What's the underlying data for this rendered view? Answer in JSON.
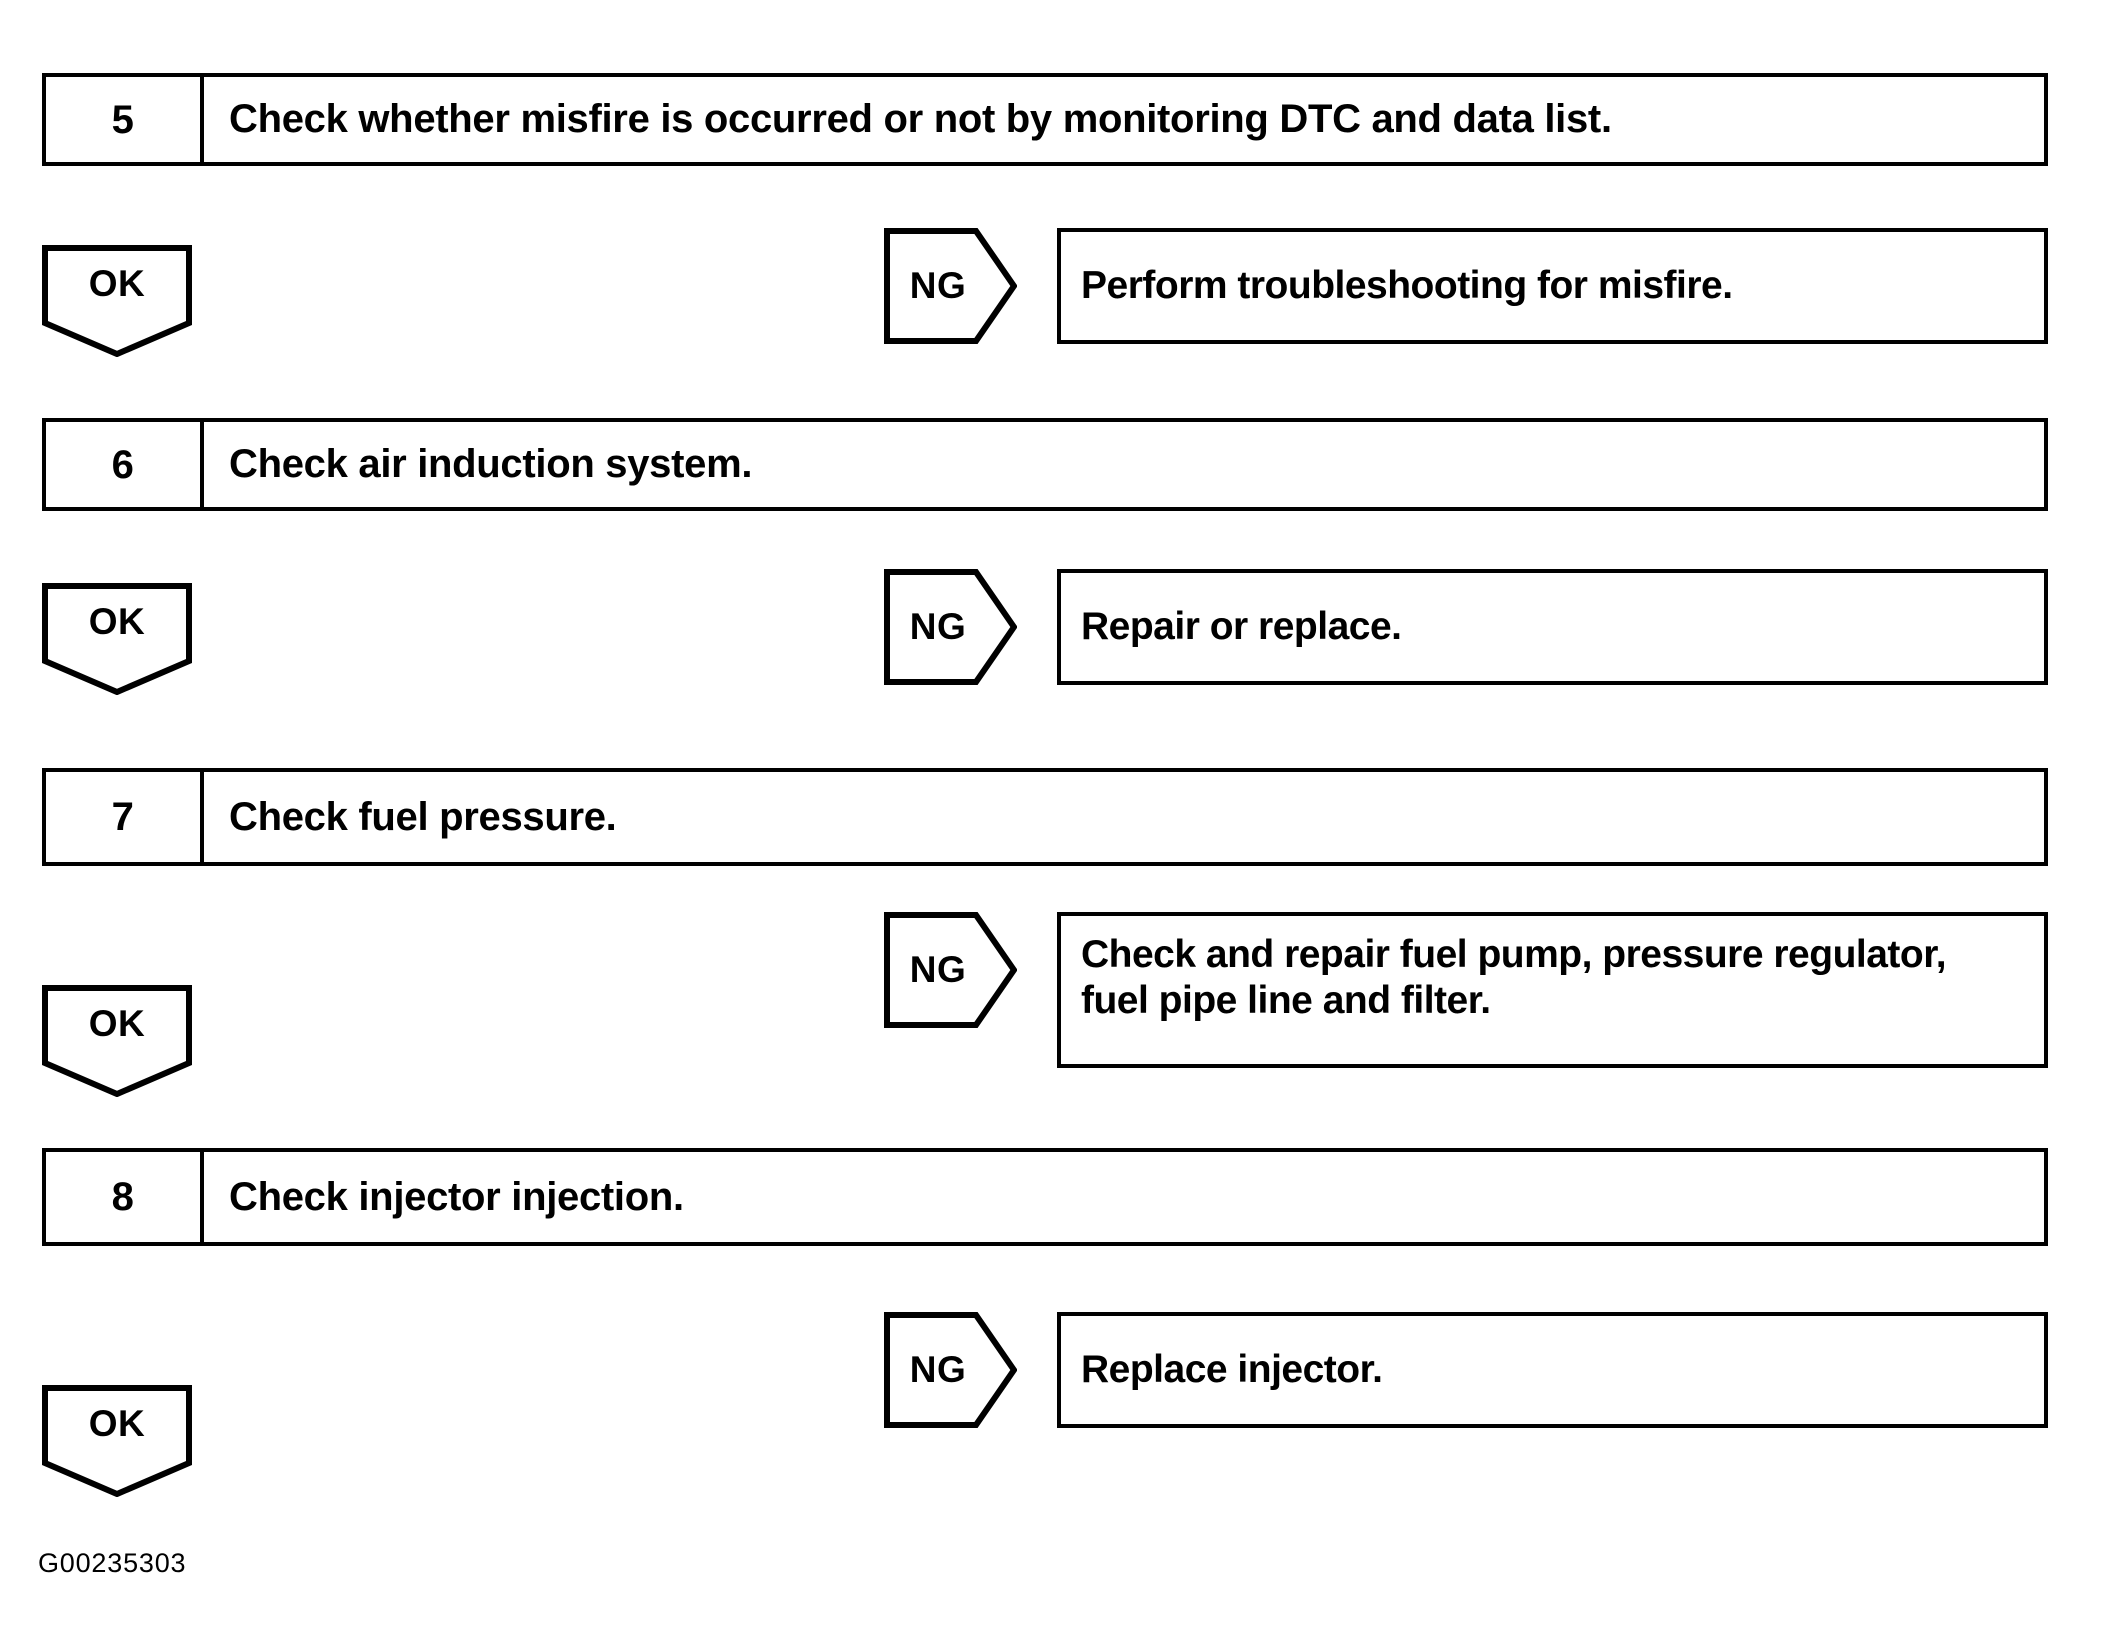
{
  "document": {
    "reference_code": "G00235303"
  },
  "flow": {
    "steps": [
      {
        "number": "5",
        "text": "Check whether misfire is occurred or not by monitoring DTC and data list.",
        "ok_label": "OK",
        "ng_label": "NG",
        "ng_result_lines": [
          "Perform troubleshooting for misfire."
        ]
      },
      {
        "number": "6",
        "text": "Check air induction system.",
        "ok_label": "OK",
        "ng_label": "NG",
        "ng_result_lines": [
          "Repair or replace."
        ]
      },
      {
        "number": "7",
        "text": "Check fuel pressure.",
        "ok_label": "OK",
        "ng_label": "NG",
        "ng_result_lines": [
          "Check and repair fuel pump, pressure regulator,",
          "fuel pipe line and filter."
        ]
      },
      {
        "number": "8",
        "text": "Check injector injection.",
        "ok_label": "OK",
        "ng_label": "NG",
        "ng_result_lines": [
          "Replace injector."
        ]
      }
    ]
  },
  "colors": {
    "line": "#000000",
    "background": "#ffffff",
    "text": "#000000"
  }
}
